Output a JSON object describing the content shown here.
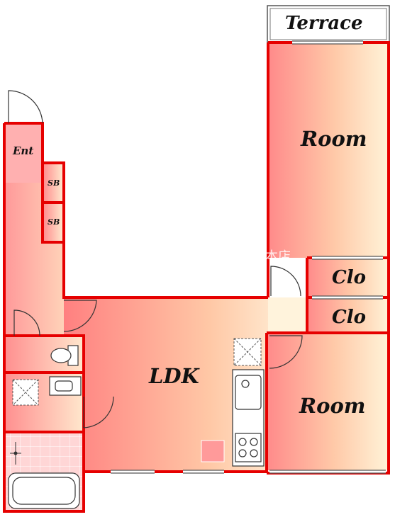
{
  "plan": {
    "rooms": {
      "terrace": "Terrace",
      "room_top": "Room",
      "clo_1": "Clo",
      "clo_2": "Clo",
      "ent": "Ent",
      "sb_1": "SB",
      "sb_2": "SB",
      "ldk": "LDK",
      "room_bottom": "Room"
    },
    "watermark": "本店"
  }
}
